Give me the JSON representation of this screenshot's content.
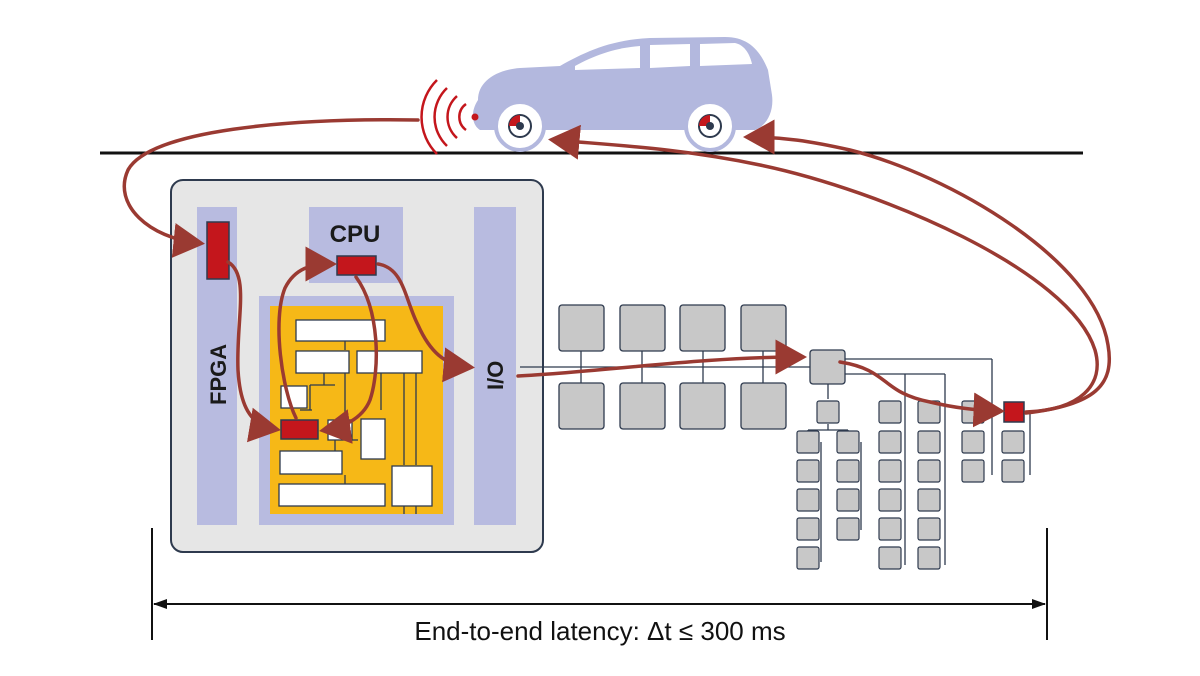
{
  "labels": {
    "cpu": "CPU",
    "fpga": "FPGA",
    "io": "I/O",
    "latency": "End-to-end latency: Δt ≤ 300 ms"
  },
  "colors": {
    "accent_red": "#c4161c",
    "arrow": "#9a3a32",
    "car": "#b3b8de",
    "chip_outer": "#e6e6e6",
    "chip_border": "#2e3a4e",
    "lavender": "#b8bbe0",
    "fpga_core": "#f6b817",
    "node": "#c8c8c8",
    "node_border": "#2e3a4e"
  }
}
